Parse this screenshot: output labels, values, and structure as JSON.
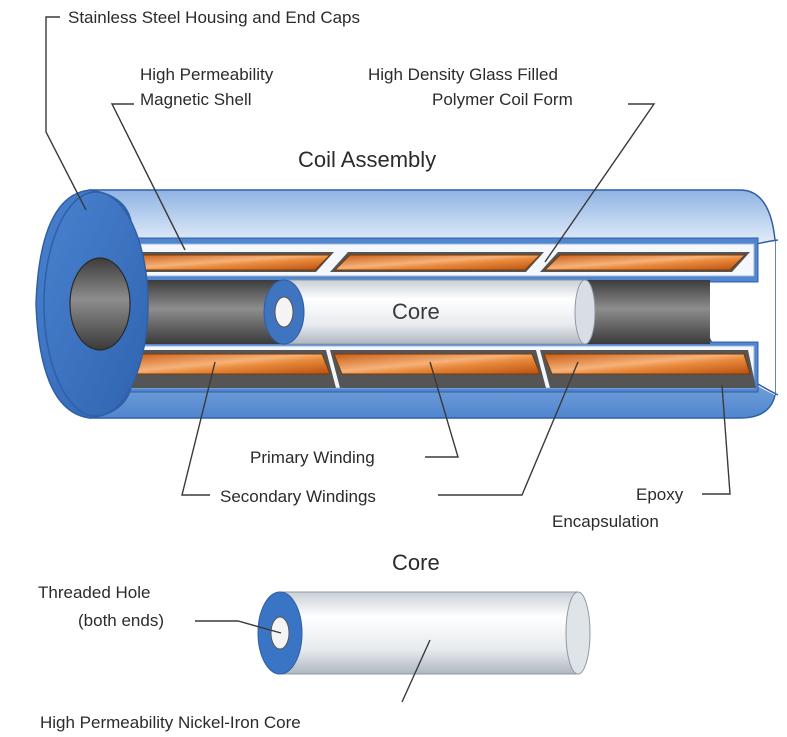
{
  "diagram": {
    "labels": {
      "housing": "Stainless Steel Housing and End Caps",
      "shell_line1": "High Permeability",
      "shell_line2": "Magnetic Shell",
      "coilform_line1": "High Density Glass Filled",
      "coilform_line2": "Polymer Coil Form",
      "coil_assembly": "Coil Assembly",
      "core_inside": "Core",
      "primary": "Primary Winding",
      "secondary": "Secondary Windings",
      "epoxy_line1": "Epoxy",
      "epoxy_line2": "Encapsulation",
      "core_title": "Core",
      "hole_line1": "Threaded Hole",
      "hole_line2": "(both ends)",
      "nickel_core": "High Permeability Nickel-Iron Core"
    },
    "colors": {
      "housing_blue": "#3a74c4",
      "winding_orange": "#e07a28",
      "core_gray": "#6c6c6c",
      "core_silver": "#e8ecef"
    }
  }
}
